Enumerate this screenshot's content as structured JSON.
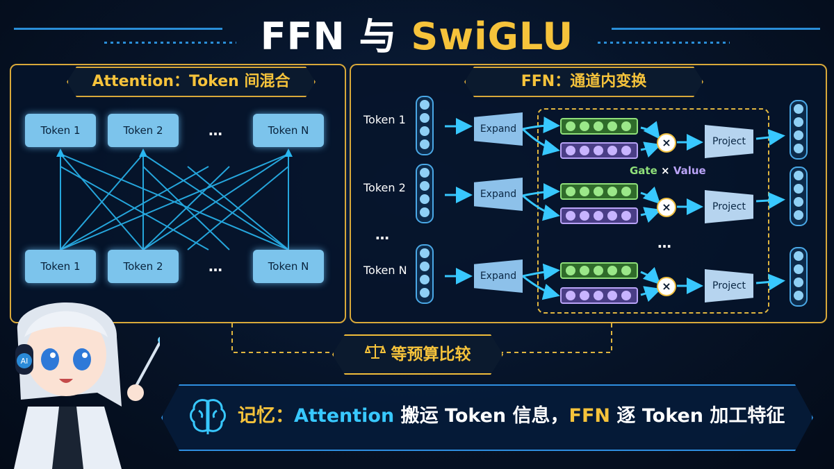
{
  "title": {
    "part1": "FFN 与 ",
    "part2": "SwiGLU"
  },
  "left_panel": {
    "title": "Attention：Token 间混合",
    "top_tokens": [
      "Token 1",
      "Token 2",
      "Token N"
    ],
    "bottom_tokens": [
      "Token 1",
      "Token 2",
      "Token N"
    ],
    "ellipsis": "…"
  },
  "right_panel": {
    "title": "FFN：通道内变换",
    "rows": [
      {
        "label": "Token 1",
        "expand": "Expand",
        "project": "Project"
      },
      {
        "label": "Token 2",
        "expand": "Expand",
        "project": "Project"
      },
      {
        "label": "Token N",
        "expand": "Expand",
        "project": "Project"
      }
    ],
    "ellipsis": "…",
    "gate_label": "Gate",
    "times": "×",
    "value_label": "Value",
    "multiply_symbol": "×"
  },
  "budget": {
    "icon": "scale-icon",
    "label": "等预算比较"
  },
  "memo": {
    "icon": "brain-icon",
    "prefix": "记忆：",
    "attention": "Attention",
    "mid": " 搬运 Token 信息，",
    "ffn": "FFN",
    "suffix": " 逐 Token 加工特征"
  },
  "colors": {
    "accent_gold": "#f6c33b",
    "accent_cyan": "#38c8ff",
    "gate_green": "#8fe07a",
    "value_purple": "#b9a3f7",
    "background": "#061327"
  }
}
